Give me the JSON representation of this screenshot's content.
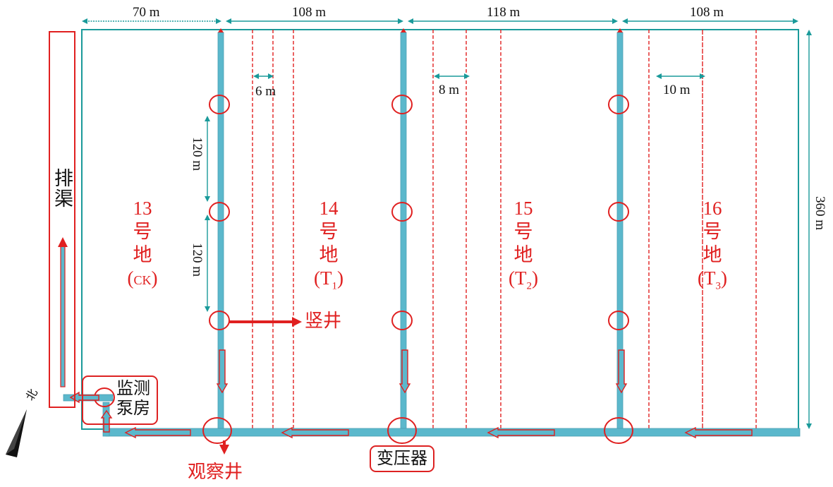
{
  "dimensions": {
    "top": [
      "70 m",
      "108 m",
      "118 m",
      "108 m"
    ],
    "spacing": [
      "6 m",
      "8 m",
      "10 m"
    ],
    "vertical": [
      "120 m",
      "120 m"
    ],
    "field_length": "360 m"
  },
  "plots": [
    {
      "number": "13",
      "hao": "号",
      "di": "地",
      "treatment": "CK"
    },
    {
      "number": "14",
      "hao": "号",
      "di": "地",
      "treatment": "T",
      "sub": "1"
    },
    {
      "number": "15",
      "hao": "号",
      "di": "地",
      "treatment": "T",
      "sub": "2"
    },
    {
      "number": "16",
      "hao": "号",
      "di": "地",
      "treatment": "T",
      "sub": "3"
    }
  ],
  "labels": {
    "drain": "排渠",
    "shaft": "竖井",
    "pump_house_line1": "监测",
    "pump_house_line2": "泵房",
    "transformer": "变压器",
    "observation_well": "观察井",
    "north": "北"
  },
  "colors": {
    "pipe": "#5bb8cc",
    "red": "#e02020",
    "teal": "#1a9a9a",
    "dashed": "#e02020"
  }
}
